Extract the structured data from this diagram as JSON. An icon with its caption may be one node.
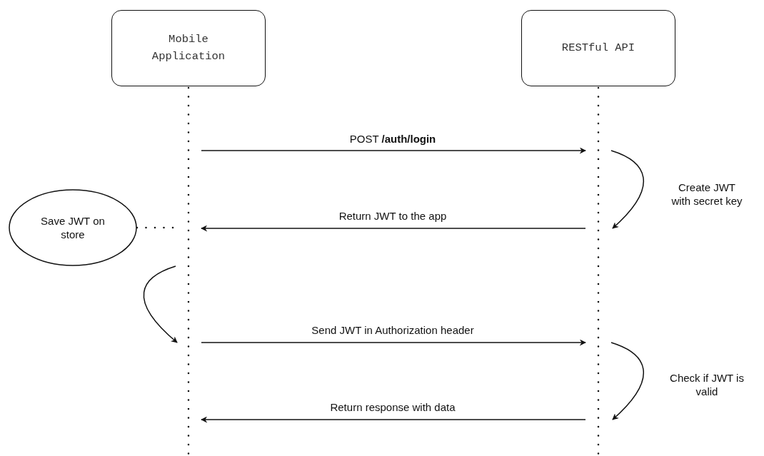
{
  "diagram": {
    "nodes": [
      {
        "text": [
          "Mobile Application"
        ]
      },
      {
        "text": [
          "RESTful API"
        ]
      },
      {
        "text": [],
        "shape": "line"
      },
      {
        "text": [],
        "shape": "line"
      },
      {
        "text": [
          "Save JWT on store"
        ]
      }
    ],
    "edges": [
      {
        "from": 2,
        "to": 3,
        "arrow": "to",
        "label": "POST **/auth/login**"
      },
      {
        "from": 3,
        "to": 3,
        "arrow": "to",
        "label": "Create JWT with secret key"
      },
      {
        "from": 3,
        "to": 2,
        "arrow": "to",
        "label": "Return JWT to the app"
      },
      {
        "from": 4,
        "to": 2,
        "arrow": "none",
        "style": "dashed"
      },
      {
        "from": 2,
        "to": 2,
        "arrow": "to"
      },
      {
        "from": 2,
        "to": 3,
        "arrow": "to",
        "label": "Send JWT in Authorization header"
      },
      {
        "from": 3,
        "to": 3,
        "arrow": "to",
        "label": "Check if JWT is valid"
      },
      {
        "from": 3,
        "to": 2,
        "arrow": "to",
        "label": "Return response with data"
      }
    ]
  }
}
